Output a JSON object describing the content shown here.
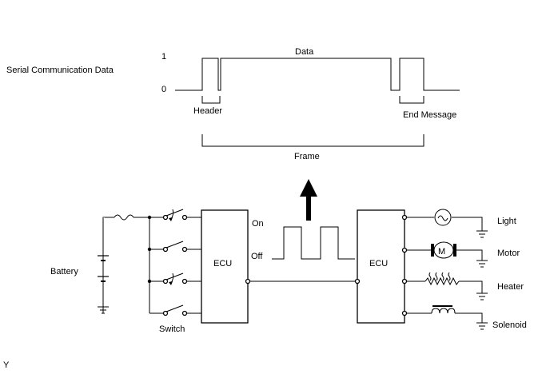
{
  "waveform": {
    "title": "Serial Communication Data",
    "level_high": "1",
    "level_low": "0",
    "data_label": "Data",
    "header_label": "Header",
    "end_label": "End Message",
    "frame_label": "Frame"
  },
  "circuit": {
    "battery_label": "Battery",
    "switch_label": "Switch",
    "ecu_left_label": "ECU",
    "ecu_right_label": "ECU",
    "on_label": "On",
    "off_label": "Off",
    "loads": [
      "Light",
      "Motor",
      "Heater",
      "Solenoid"
    ],
    "motor_symbol": "M"
  },
  "footer": {
    "corner_mark": "Y"
  }
}
